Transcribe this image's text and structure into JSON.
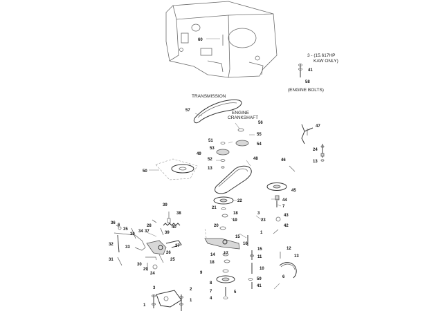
{
  "labels": {
    "transmission": "TRANSMISSION",
    "engine_crankshaft_1": "ENGINE",
    "engine_crankshaft_2": "CRANKSHAFT",
    "kaw_1": "3 - (15.617HP",
    "kaw_2": "KAW ONLY)",
    "engine_bolts": "(ENGINE BOLTS)"
  },
  "callouts": [
    "60",
    "41",
    "58",
    "57",
    "56",
    "55",
    "54",
    "51",
    "53",
    "52",
    "49",
    "13",
    "50",
    "48",
    "47",
    "24",
    "13",
    "46",
    "45",
    "44",
    "7",
    "43",
    "42",
    "22",
    "21",
    "18",
    "19",
    "20",
    "3",
    "23",
    "1",
    "39",
    "38",
    "40",
    "36",
    "6",
    "35",
    "34",
    "37",
    "30",
    "39",
    "28",
    "27",
    "32",
    "33",
    "26",
    "25",
    "31",
    "30",
    "29",
    "24",
    "15",
    "16",
    "17",
    "18",
    "14",
    "15",
    "11",
    "10",
    "9",
    "8",
    "41",
    "59",
    "12",
    "13",
    "6",
    "7",
    "5",
    "4",
    "3",
    "2",
    "1",
    "1"
  ]
}
